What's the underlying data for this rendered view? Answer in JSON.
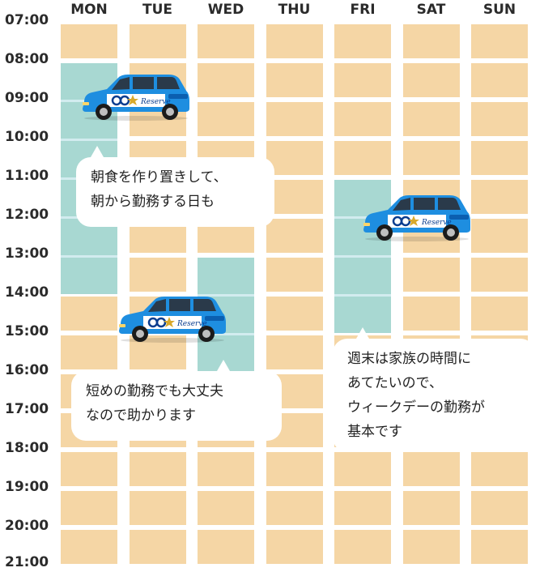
{
  "days": [
    "MON",
    "TUE",
    "WED",
    "THU",
    "FRI",
    "SAT",
    "SUN"
  ],
  "times": [
    "07:00",
    "08:00",
    "09:00",
    "10:00",
    "11:00",
    "12:00",
    "13:00",
    "14:00",
    "15:00",
    "16:00",
    "17:00",
    "18:00",
    "19:00",
    "20:00",
    "21:00"
  ],
  "colors": {
    "slot": "#f5d6a5",
    "shift": "#a8d8d2",
    "car_blue": "#1e8ee0",
    "car_band": "#ffffff",
    "logo_gold": "#d9a92b"
  },
  "shifts": [
    {
      "day": "MON",
      "start": "08:00",
      "end": "14:00"
    },
    {
      "day": "WED",
      "start": "13:00",
      "end": "16:00"
    },
    {
      "day": "FRI",
      "start": "11:00",
      "end": "15:00"
    }
  ],
  "car_logo": {
    "brand": "GO",
    "service": "Reserve"
  },
  "bubbles": {
    "mon": "朝食を作り置きして、\n朝から勤務する日も",
    "wed": "短めの勤務でも大丈夫\nなので助かります",
    "fri": "週末は家族の時間に\nあてたいので、\nウィークデーの勤務が\n基本です"
  }
}
